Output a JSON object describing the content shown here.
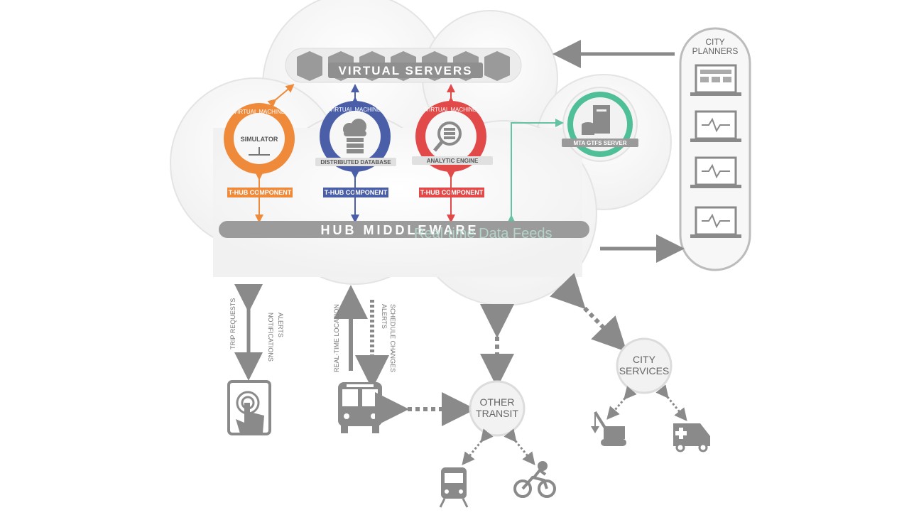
{
  "cloud": {
    "servers_label": "VIRTUAL SERVERS",
    "middleware_label": "HUB MIDDLEWARE",
    "overlay_label": "Real-time Data Feeds"
  },
  "vms": [
    {
      "arc_label": "VIRTUAL MACHINE",
      "name": "SIMULATOR",
      "component": "T-HUB COMPONENT",
      "color": "#ee8a3a",
      "icon": "simulator-icon"
    },
    {
      "arc_label": "VIRTUAL MACHINE",
      "name": "DISTRIBUTED DATABASE",
      "component": "T-HUB COMPONENT",
      "color": "#4a5fa8",
      "icon": "database-cloud-icon"
    },
    {
      "arc_label": "VIRTUAL MACHINE",
      "name": "ANALYTIC ENGINE",
      "component": "T-HUB COMPONENT",
      "color": "#e24a4a",
      "icon": "magnifier-database-icon"
    }
  ],
  "mta_server": {
    "label": "MTA GTFS SERVER",
    "color": "#4fbf97"
  },
  "city_planners": {
    "title_line1": "CITY",
    "title_line2": "PLANNERS"
  },
  "flows": {
    "trip_requests": "TRIP REQUESTS",
    "alerts": "ALERTS",
    "notifications": "NOTIFICATIONS",
    "real_time_location": "REAL-TIME LOCATION",
    "schedule_changes": "SCHEDULE CHANGES",
    "alerts_2": "ALERTS"
  },
  "nodes": {
    "other_transit_line1": "OTHER",
    "other_transit_line2": "TRANSIT",
    "city_services_line1": "CITY",
    "city_services_line2": "SERVICES"
  },
  "colors": {
    "gray": "#8a8a8a",
    "light_gray": "#d6d6d6",
    "teal": "#66c2a5"
  }
}
